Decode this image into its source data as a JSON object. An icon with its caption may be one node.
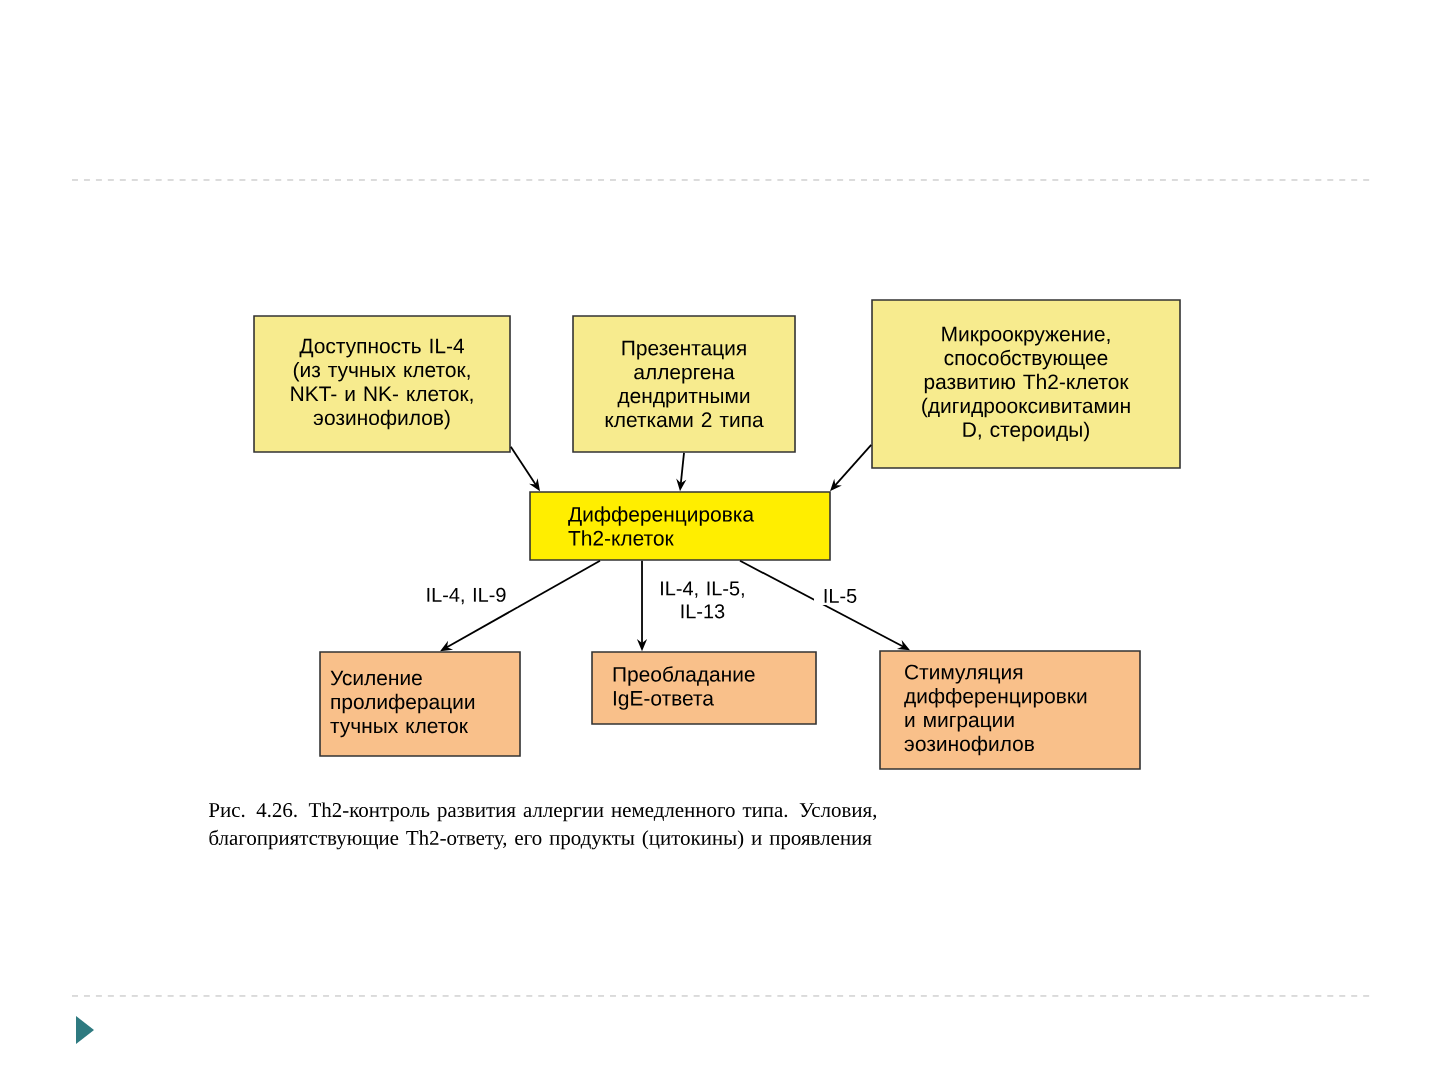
{
  "diagram": {
    "caption": "Рис. 4.26. Th2-контроль развития аллергии немедленного типа. Условия, благоприятствующие Th2-ответу, его продукты (цитокины) и проявления",
    "nodes": [
      {
        "text": [
          "Доступность IL-4 (из тучных клеток, NKT- и NK- клеток, эозинофилов)"
        ]
      },
      {
        "text": [
          "Презентация аллергена дендритными клетками 2 типа"
        ]
      },
      {
        "text": [
          "Микроокружение, способствующее развитию Th2-клеток (дигидрооксивитамин D, стероиды)"
        ]
      },
      {
        "text": [
          "Дифференцировка Th2-клеток"
        ]
      },
      {
        "text": [
          "Усиление пролиферации тучных клеток"
        ]
      },
      {
        "text": [
          "Преобладание IgE-ответа"
        ]
      },
      {
        "text": [
          "Стимуляция дифференцировки и миграции эозинофилов"
        ]
      }
    ],
    "edges": [
      {
        "from": 0,
        "to": 3,
        "arrow": "to"
      },
      {
        "from": 1,
        "to": 3,
        "arrow": "to"
      },
      {
        "from": 2,
        "to": 3,
        "arrow": "to"
      },
      {
        "from": 3,
        "to": 4,
        "arrow": "to",
        "label": "IL-4, IL-9"
      },
      {
        "from": 3,
        "to": 5,
        "arrow": "to",
        "label": "IL-4, IL-5, IL-13"
      },
      {
        "from": 3,
        "to": 6,
        "arrow": "to",
        "label": "IL-5"
      }
    ]
  }
}
